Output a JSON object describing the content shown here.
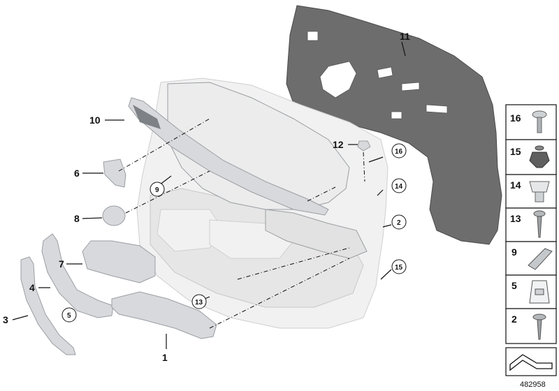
{
  "diagram": {
    "id_number": "482958",
    "callouts": [
      "1",
      "2",
      "3",
      "4",
      "5",
      "6",
      "7",
      "8",
      "9",
      "10",
      "11",
      "12",
      "13",
      "14",
      "15",
      "16"
    ],
    "legend": [
      "16",
      "15",
      "14",
      "13",
      "9",
      "5",
      "2"
    ]
  },
  "icons": {
    "part_icons": [
      "clip-16-icon",
      "expanding-rivet-15-icon",
      "nut-14-icon",
      "screw-13-icon",
      "trim-clip-9-icon",
      "spring-clip-5-icon",
      "screw-2-icon",
      "bracket-icon"
    ]
  }
}
